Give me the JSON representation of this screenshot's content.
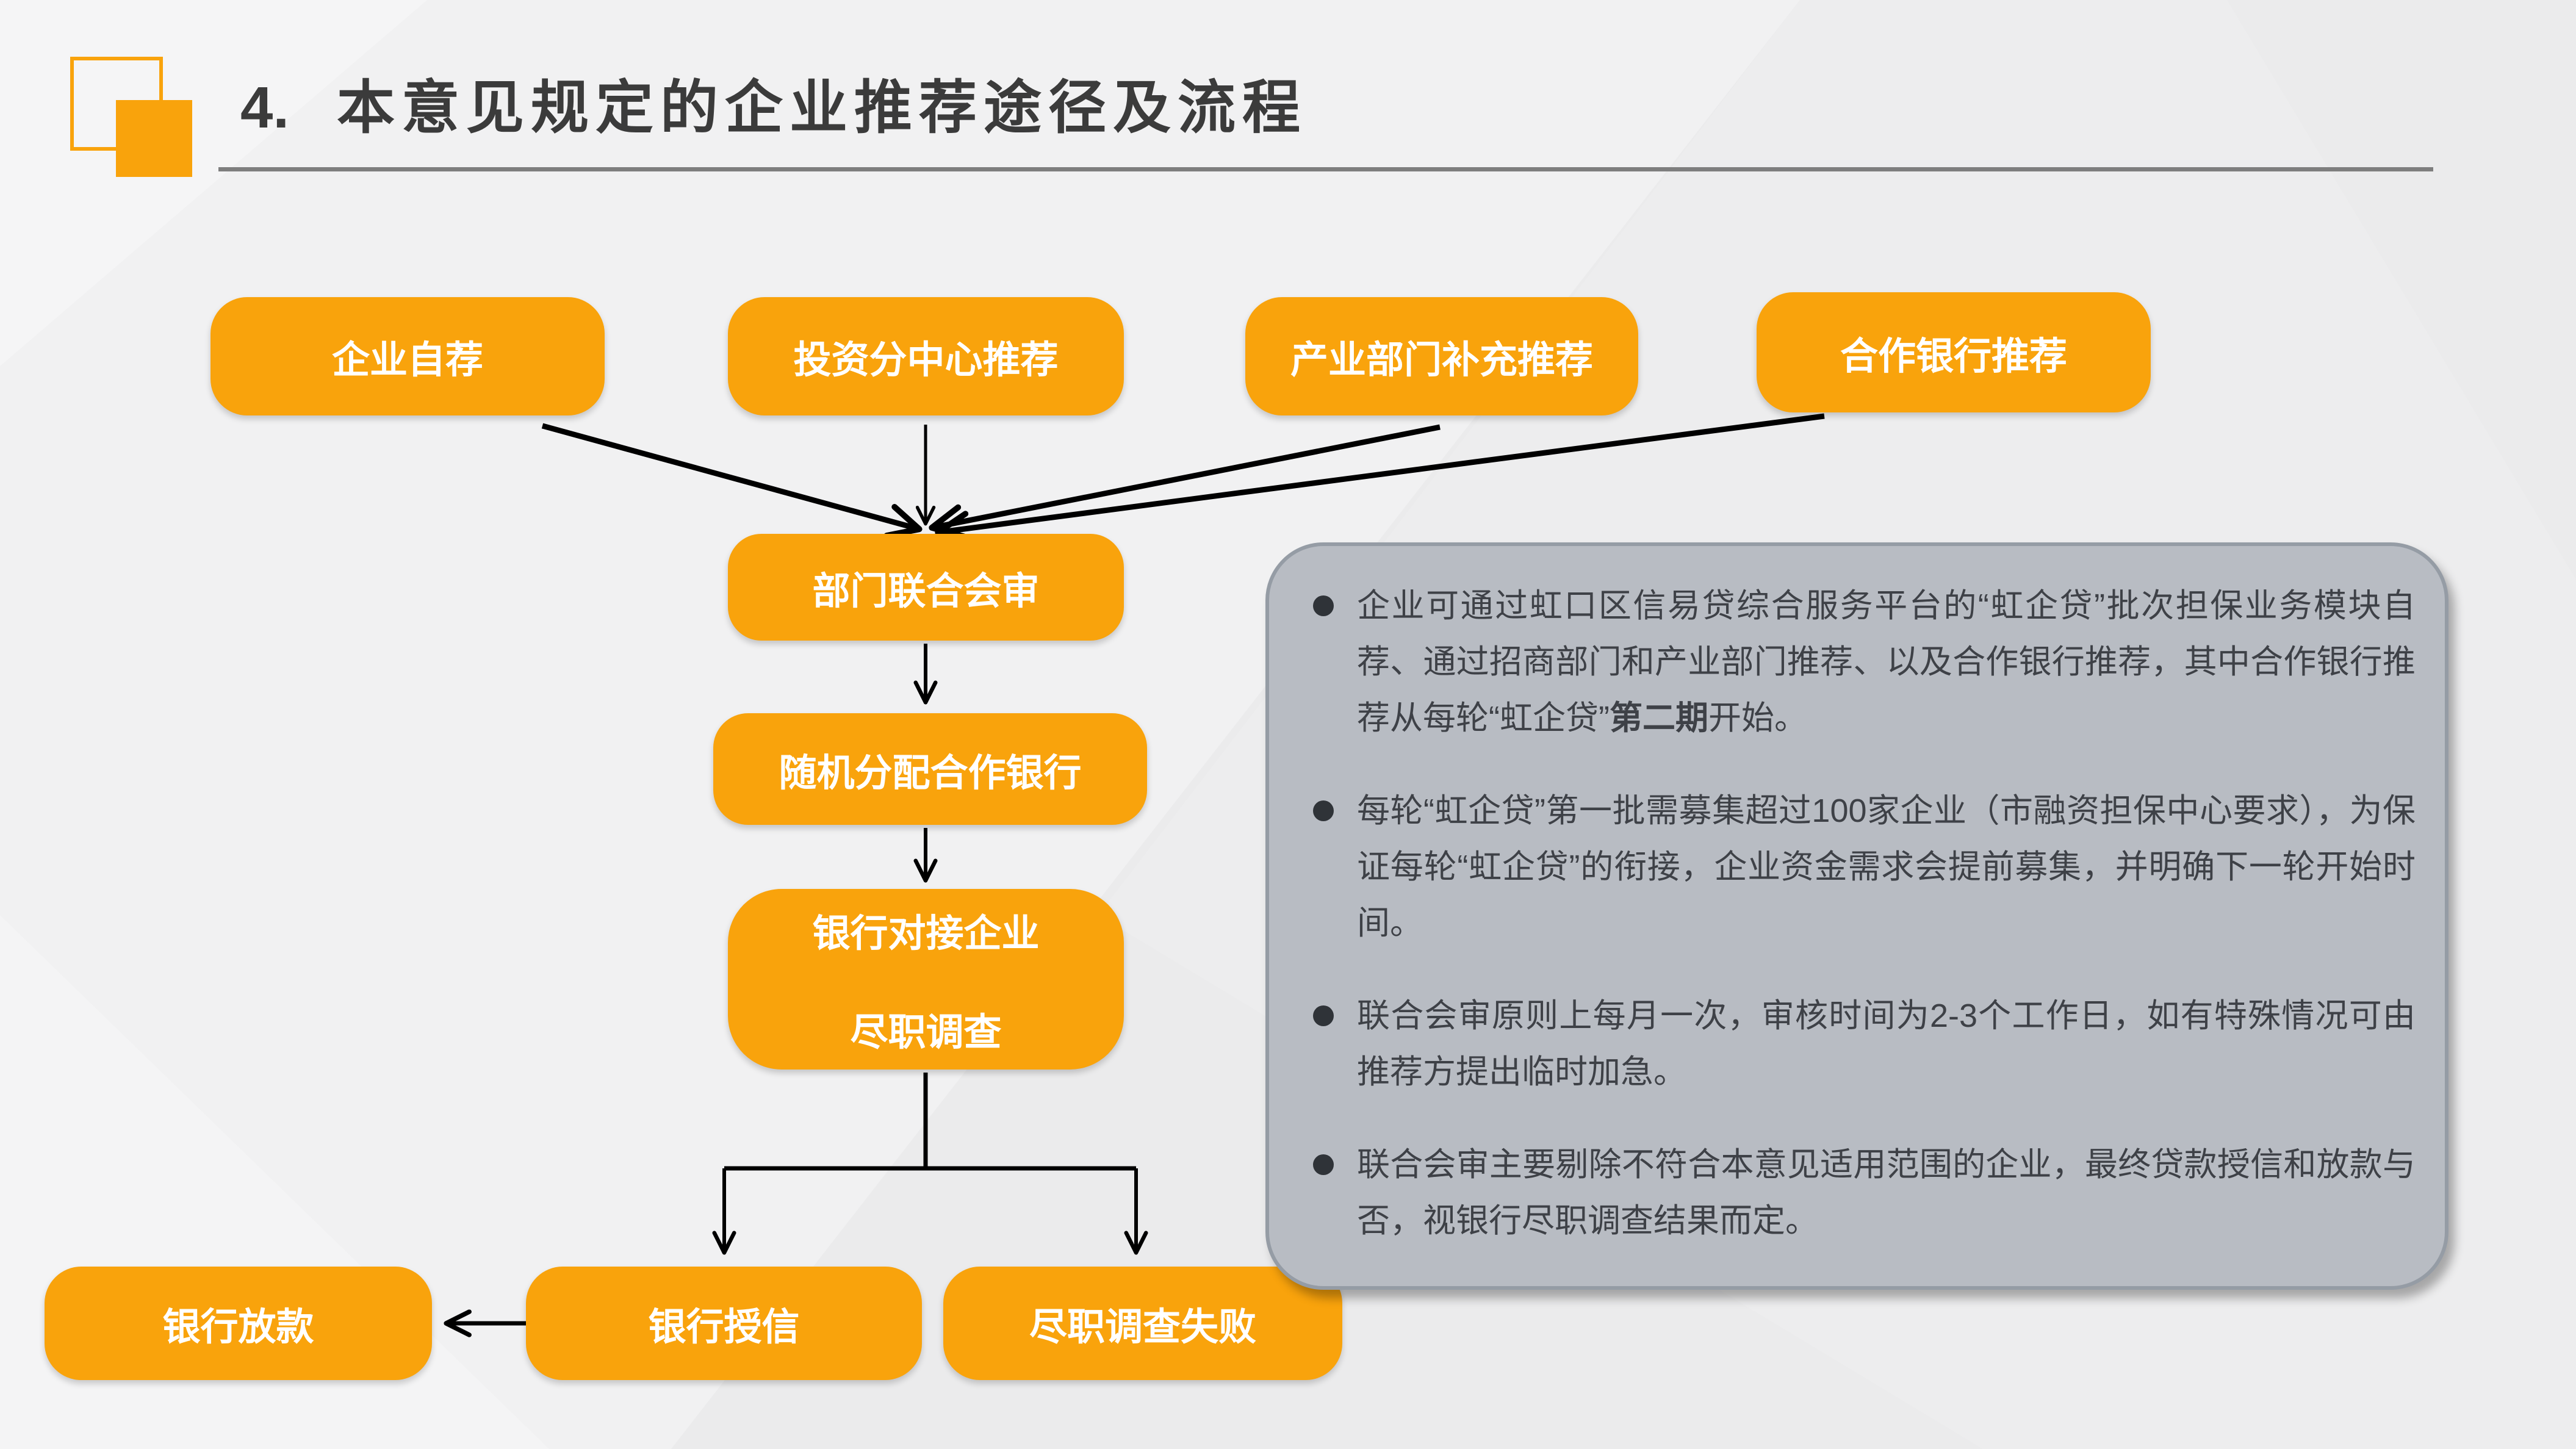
{
  "header": {
    "number": "4.",
    "title": "本意见规定的企业推荐途径及流程"
  },
  "flow": {
    "sources": [
      {
        "label": "企业自荐"
      },
      {
        "label": "投资分中心推荐"
      },
      {
        "label": "产业部门补充推荐"
      },
      {
        "label": "合作银行推荐"
      }
    ],
    "review": {
      "label": "部门联合会审"
    },
    "assign": {
      "label": "随机分配合作银行"
    },
    "due_diligence": {
      "line1": "银行对接企业",
      "line2": "尽职调查"
    },
    "loan": {
      "label": "银行放款"
    },
    "credit": {
      "label": "银行授信"
    },
    "fail": {
      "label": "尽职调查失败"
    }
  },
  "notes": {
    "bullets": [
      {
        "pre": "企业可通过虹口区信易贷综合服务平台的“虹企贷”批次担保业务模块自荐、通过招商部门和产业部门推荐、以及合作银行推荐，其中合作银行推荐从每轮“虹企贷”",
        "bold": "第二期",
        "post": "开始。"
      },
      {
        "pre": "每轮“虹企贷”第一批需募集超过100家企业（市融资担保中心要求），为保证每轮“虹企贷”的衔接，企业资金需求会提前募集，并明确下一轮开始时间。",
        "bold": "",
        "post": ""
      },
      {
        "pre": "联合会审原则上每月一次，审核时间为2-3个工作日，如有特殊情况可由推荐方提出临时加急。",
        "bold": "",
        "post": ""
      },
      {
        "pre": "联合会审主要剔除不符合本意见适用范围的企业，最终贷款授信和放款与否，视银行尽职调查结果而定。",
        "bold": "",
        "post": ""
      }
    ]
  },
  "colors": {
    "accent_orange": "#f9a30c",
    "note_panel_bg": "#b8bcc3",
    "note_panel_border": "#959ca5",
    "note_text": "#3e4147",
    "title_text": "#3b3b3b",
    "underline_gray": "#7e7e7e",
    "arrow_black": "#000000",
    "node_text": "#ffffff"
  }
}
